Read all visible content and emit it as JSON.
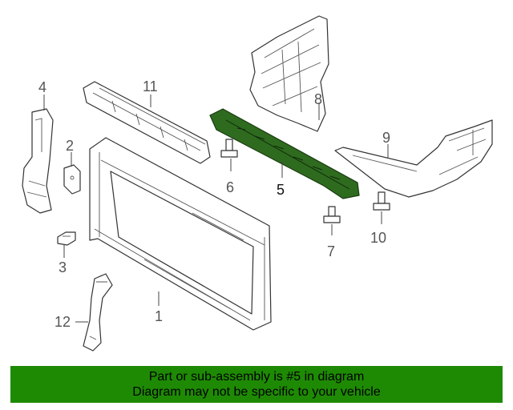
{
  "callouts": {
    "c1": "1",
    "c2": "2",
    "c3": "3",
    "c4": "4",
    "c5": "5",
    "c6": "6",
    "c7": "7",
    "c8": "8",
    "c9": "9",
    "c10": "10",
    "c11": "11",
    "c12": "12"
  },
  "highlight_color": "#2e6b1f",
  "banner": {
    "background": "#1e8a04",
    "line1": "Part or sub-assembly is #5 in diagram",
    "line2": "Diagram may not be specific to your vehicle"
  }
}
